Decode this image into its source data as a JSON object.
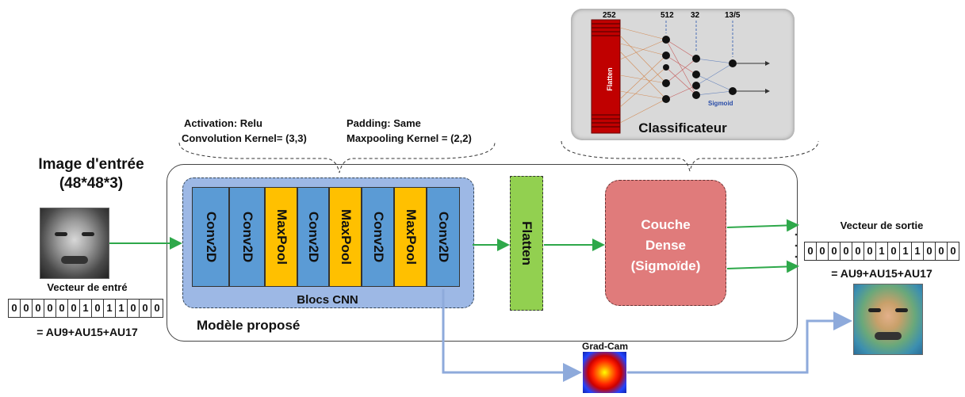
{
  "input": {
    "title_line1": "Image d'entrée",
    "title_line2": "(48*48*3)",
    "vector_label": "Vecteur de entré",
    "vector": [
      "0",
      "0",
      "0",
      "0",
      "0",
      "0",
      "1",
      "0",
      "1",
      "1",
      "0",
      "0",
      "0"
    ],
    "formula": "= AU9+AU15+AU17"
  },
  "params": {
    "activation": "Activation: Relu",
    "conv_kernel": "Convolution Kernel= (3,3)",
    "padding": "Padding: Same",
    "pool_kernel": "Maxpooling Kernel = (2,2)"
  },
  "cnn": {
    "layers": [
      "Conv2D",
      "Conv2D",
      "MaxPool",
      "Conv2D",
      "MaxPool",
      "Conv2D",
      "MaxPool",
      "Conv2D"
    ],
    "label": "Blocs CNN"
  },
  "flatten_label": "Flatten",
  "dense": {
    "line1": "Couche",
    "line2": "Dense",
    "line3": "(Sigmoïde)"
  },
  "model_label": "Modèle proposé",
  "classifier": {
    "label": "Classificateur",
    "sizes": [
      "252",
      "512",
      "32",
      "13/5"
    ],
    "flatten_text": "Flatten",
    "sigmoid_text": "Sigmoid"
  },
  "gradcam_label": "Grad-Cam",
  "output": {
    "vector_label": "Vecteur de sortie",
    "vector": [
      "0",
      "0",
      "0",
      "0",
      "0",
      "0",
      "1",
      "0",
      "1",
      "1",
      "0",
      "0",
      "0"
    ],
    "formula": "= AU9+AU15+AU17"
  },
  "colors": {
    "conv": "#5b9bd5",
    "pool": "#ffc000",
    "cnn_block": "#9db8e5",
    "flatten": "#92d050",
    "dense": "#e07b7b",
    "green_arrow": "#2ea84a",
    "blue_arrow": "#8eaadb"
  }
}
